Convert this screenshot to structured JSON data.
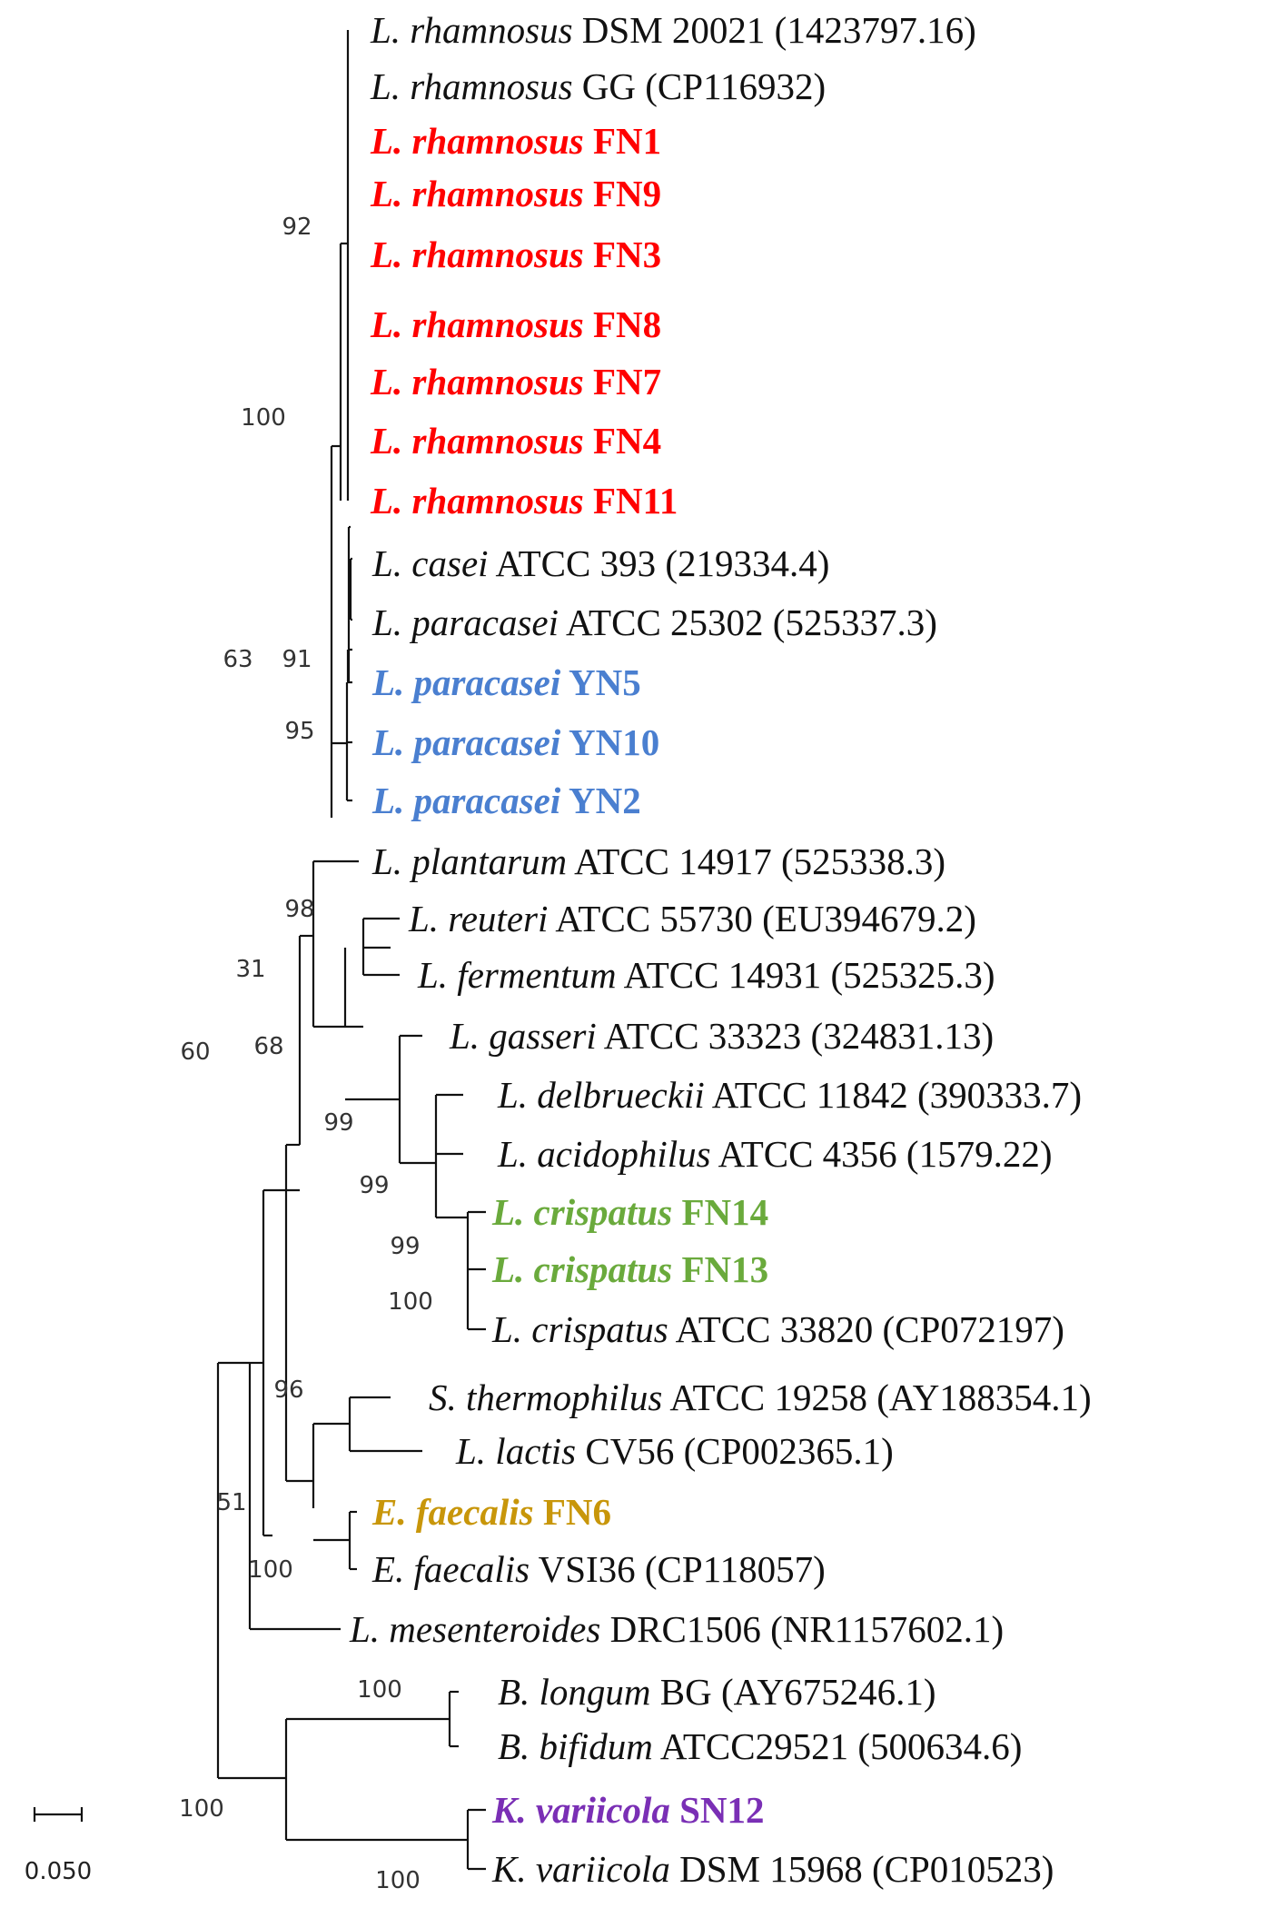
{
  "colors": {
    "default": "#111111",
    "rhamnosus_isolates": "#ff0000",
    "paracasei_isolates": "#4a7fd0",
    "crispatus_isolates": "#6aaa3c",
    "faecalis_isolate": "#c8960a",
    "variicola_isolate": "#7a2fb5"
  },
  "taxa": [
    {
      "species": "L. rhamnosus",
      "label": "DSM 20021  (1423797.16)",
      "color": "#111111",
      "bold": false
    },
    {
      "species": "L. rhamnosus",
      "label": "GG (CP116932)",
      "color": "#111111",
      "bold": false
    },
    {
      "species": "L. rhamnosus",
      "label": "FN1",
      "color": "#ff0000",
      "bold": true
    },
    {
      "species": "L. rhamnosus",
      "label": "FN9",
      "color": "#ff0000",
      "bold": true
    },
    {
      "species": "L. rhamnosus",
      "label": "FN3",
      "color": "#ff0000",
      "bold": true
    },
    {
      "species": "L. rhamnosus",
      "label": "FN8",
      "color": "#ff0000",
      "bold": true
    },
    {
      "species": "L. rhamnosus",
      "label": "FN7",
      "color": "#ff0000",
      "bold": true
    },
    {
      "species": "L. rhamnosus",
      "label": "FN4",
      "color": "#ff0000",
      "bold": true
    },
    {
      "species": "L. rhamnosus",
      "label": "FN11",
      "color": "#ff0000",
      "bold": true
    },
    {
      "species": "L. casei",
      "label": "ATCC 393  (219334.4)",
      "color": "#111111",
      "bold": false
    },
    {
      "species": "L. paracasei",
      "label": "ATCC 25302  (525337.3)",
      "color": "#111111",
      "bold": false
    },
    {
      "species": "L. paracasei",
      "label": "YN5",
      "color": "#4a7fd0",
      "bold": true
    },
    {
      "species": "L. paracasei",
      "label": "YN10",
      "color": "#4a7fd0",
      "bold": true
    },
    {
      "species": "L. paracasei",
      "label": "YN2",
      "color": "#4a7fd0",
      "bold": true
    },
    {
      "species": "L. plantarum",
      "label": "ATCC 14917  (525338.3)",
      "color": "#111111",
      "bold": false
    },
    {
      "species": "L. reuteri",
      "label": "ATCC 55730  (EU394679.2)",
      "color": "#111111",
      "bold": false
    },
    {
      "species": "L. fermentum",
      "label": "ATCC 14931  (525325.3)",
      "color": "#111111",
      "bold": false
    },
    {
      "species": "L. gasseri",
      "label": "ATCC 33323  (324831.13)",
      "color": "#111111",
      "bold": false
    },
    {
      "species": "L. delbrueckii",
      "label": "ATCC 11842  (390333.7)",
      "color": "#111111",
      "bold": false
    },
    {
      "species": "L. acidophilus",
      "label": "ATCC 4356  (1579.22)",
      "color": "#111111",
      "bold": false
    },
    {
      "species": "L. crispatus",
      "label": "FN14",
      "color": "#6aaa3c",
      "bold": true
    },
    {
      "species": "L. crispatus",
      "label": "FN13",
      "color": "#6aaa3c",
      "bold": true
    },
    {
      "species": "L. crispatus",
      "label": "ATCC 33820  (CP072197)",
      "color": "#111111",
      "bold": false
    },
    {
      "species": "S. thermophilus",
      "label": "ATCC 19258  (AY188354.1)",
      "color": "#111111",
      "bold": false
    },
    {
      "species": "L. lactis",
      "label": "CV56  (CP002365.1)",
      "color": "#111111",
      "bold": false
    },
    {
      "species": "E. faecalis",
      "label": "FN6",
      "color": "#c8960a",
      "bold": true
    },
    {
      "species": "E. faecalis",
      "label": "VSI36  (CP118057)",
      "color": "#111111",
      "bold": false
    },
    {
      "species": "L. mesenteroides",
      "label": "DRC1506  (NR1157602.1)",
      "color": "#111111",
      "bold": false
    },
    {
      "species": "B. longum",
      "label": "BG  (AY675246.1)",
      "color": "#111111",
      "bold": false
    },
    {
      "species": "B. bifidum",
      "label": "ATCC29521  (500634.6)",
      "color": "#111111",
      "bold": false
    },
    {
      "species": "K. variicola",
      "label": "SN12",
      "color": "#7a2fb5",
      "bold": true
    },
    {
      "species": "K. variicola",
      "label": "DSM 15968  (CP010523)",
      "color": "#111111",
      "bold": false
    }
  ],
  "support_values": [
    "92",
    "100",
    "63",
    "91",
    "95",
    "98",
    "31",
    "68",
    "60",
    "99",
    "99",
    "99",
    "100",
    "96",
    "51",
    "100",
    "100",
    "100",
    "100"
  ],
  "scale_bar": {
    "label": "0.050"
  }
}
